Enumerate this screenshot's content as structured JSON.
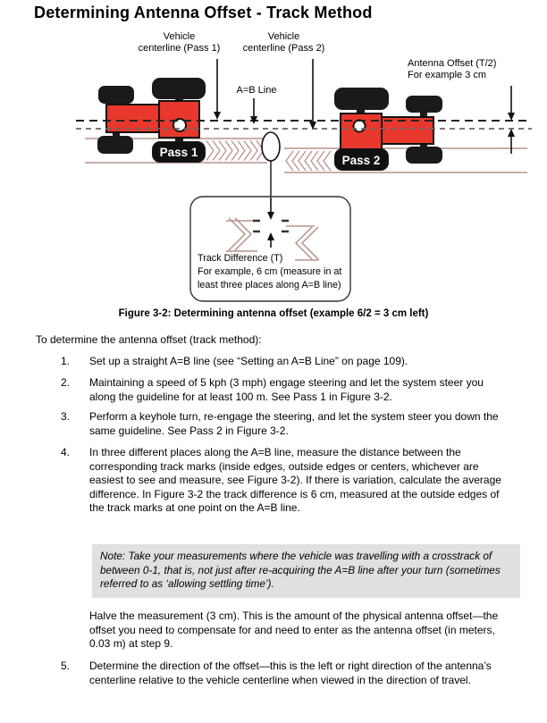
{
  "page": {
    "title": "Determining Antenna Offset - Track Method",
    "figure_caption": "Figure 3-2: Determining antenna offset (example 6/2 = 3 cm left)",
    "intro": "To determine the antenna offset (track method):"
  },
  "diagram": {
    "labels": {
      "pass1_centerline": "Vehicle\ncenterline (Pass 1)",
      "pass2_centerline": "Vehicle\ncenterline (Pass 2)",
      "ab_line": "A=B Line",
      "antenna_offset": "Antenna Offset (T/2)\nFor example 3 cm"
    },
    "pass1_badge": "Pass 1",
    "pass2_badge": "Pass 2",
    "callout_text": "Track Difference (T)\nFor example, 6 cm (measure in at\nleast three places along A=B line)"
  },
  "steps": [
    {
      "num": "1.",
      "text": "Set up a straight A=B line (see “Setting an A=B Line” on page 109)."
    },
    {
      "num": "2.",
      "text": "Maintaining a speed of 5 kph (3 mph) engage steering and let the system steer you along the guideline for at least 100 m. See Pass 1 in Figure 3-2."
    },
    {
      "num": "3.",
      "text": "Perform a keyhole turn, re-engage the steering, and let the system steer you down the same guideline. See Pass 2 in Figure 3-2."
    },
    {
      "num": "4.",
      "text": "In three different places along the A=B line, measure the distance between the corresponding track marks (inside edges, outside edges or centers, whichever are easiest to see and measure, see Figure 3-2). If there is variation, calculate the average difference. In Figure 3-2 the track difference is 6 cm, measured at the outside edges of the track marks at one point on the A=B line."
    },
    {
      "num": "5.",
      "text": "Determine the direction of the offset—this is the left or right direction of the antenna’s centerline relative to the vehicle centerline when viewed in the direction of travel."
    }
  ],
  "note": {
    "text": "Note: Take your measurements where the vehicle was travelling with a crosstrack of between 0-1, that is, not just after re-acquiring the A=B line after your turn (sometimes referred to as ‘allowing settling time’)."
  },
  "paragraphs": {
    "halve": "Halve the measurement (3 cm). This is the amount of the physical antenna offset—the offset you need to compensate for and need to enter as the antenna offset (in meters, 0.03 m) at step 9."
  },
  "colors": {
    "tractor_red": "#e8372c",
    "wheel_black": "#1a1a1a",
    "track_tan": "#b7928b",
    "note_bg": "#e0e0e0",
    "badge_bg": "#111111"
  }
}
